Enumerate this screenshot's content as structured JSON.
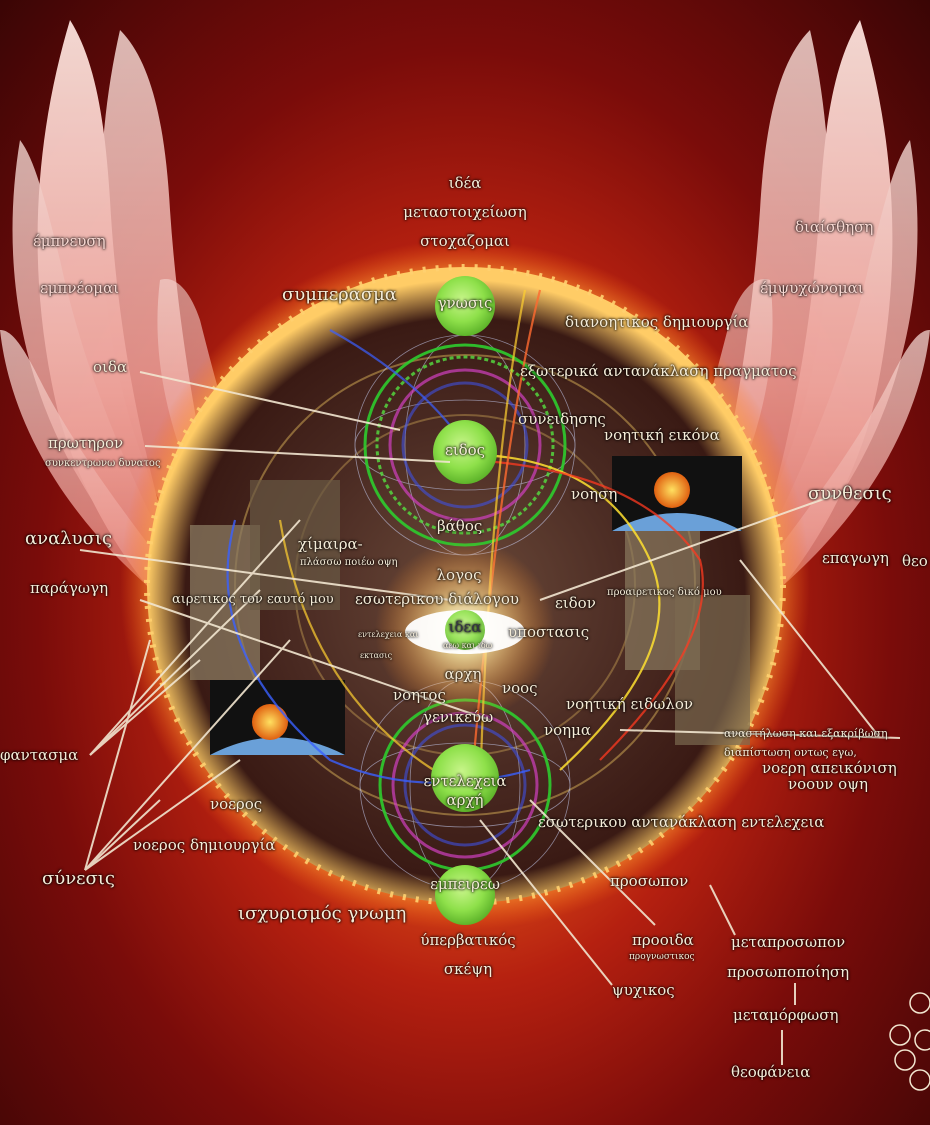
{
  "colors": {
    "background_dark": "#3a0505",
    "background_glow": "#ff9a3a",
    "sphere_green": "#8ee04a",
    "wing_pink": "#f2b8b0",
    "label_text": "#f4ecd8"
  },
  "top_labels": {
    "idea": "ιδέα",
    "metastoicheiosi": "μεταστοιχείωση",
    "stochazomai": "στοχαζομαι"
  },
  "spheres": {
    "gnosis": "γνωσις",
    "eidos": "ειδος",
    "idea_center": "ιδεα",
    "entelecheia": "εντελεχεια",
    "arche": "αρχή",
    "empeireo": "εμπειρεω"
  },
  "left_wing": {
    "empneusi": "έμπνευση",
    "empneomai": "εμπνέομαι"
  },
  "right_wing": {
    "diaisthisi": "διαίσθηση",
    "empsychonomai": "έμψυχώνομαι"
  },
  "labels": {
    "symperasma": "συμπερασμα",
    "dianoetikos_dimiourgia": "διανοητικος δημιουργία",
    "oida": "οιδα",
    "exoterika": "εξωτερικά αντανάκλαση πραγματος",
    "syneidisis": "συνειδησης",
    "noetiki_eikona": "νοητική εικόνα",
    "protiron": "πρωτηρον",
    "synkentrono": "συνκεντρωνω δυνατος",
    "noesi": "νοηση",
    "synthesis": "συνθεσις",
    "analysis": "αναλυσις",
    "bathos": "βάθος",
    "chimaira": "χίμαιρα-",
    "plasso": "πλάσσω ποιέω οψη",
    "epagogi": "επαγωγη",
    "theo_cut": "θεο",
    "paragogi": "παράγωγη",
    "airetikos": "αιρετικος τον εαυτό μου",
    "logos": "λογος",
    "esoterikou_dialogou": "εσωτερικου διάλογου",
    "eidon": "ειδον",
    "proairetikos": "προαιρετικος δικό μου",
    "entelecheia_small": "εντελεχεια και",
    "aeon_small": "αεω και ιδω",
    "ektasis_small": "εκτασις",
    "hypostasis": "υποστασις",
    "arche_mid": "αρχη",
    "noetos": "νοητος",
    "noos": "νοος",
    "genikeuo": "γενικεύω",
    "noetiki_eidolon": "νοητική ειδωλον",
    "noema": "νοημα",
    "phantasma": "φαντασμα",
    "anastilosi": "αναστήλωση και εξακρίβωση",
    "diapistosi": "διαπίστωση οντως εγω,",
    "noeri_apeikonisi": "νοερη απεικόνιση",
    "noouni_opsi": "νοουν οψη",
    "noeros": "νοερος",
    "esoterikou_antanaklasi": "εσωτερικου αντανάκλαση εντελεχεια",
    "noeros_dimiourgia": "νοερος δημιουργία",
    "synesis": "σύνεσις",
    "prosopon": "προσωπον",
    "ischyrismos": "ισχυρισμός γνωμη",
    "hyperbatikos": "ύπερβατικός",
    "skepsi": "σκέψη",
    "proodos": "προοιδα",
    "prognostikos": "προγνωστικος",
    "metaprosopon": "μεταπροσωπον",
    "prosopopoiisi": "προσωποποίηση",
    "psychikos": "ψυχικος",
    "metamorfosi": "μεταμόρφωση",
    "theofaneia": "θεοφάνεια"
  }
}
